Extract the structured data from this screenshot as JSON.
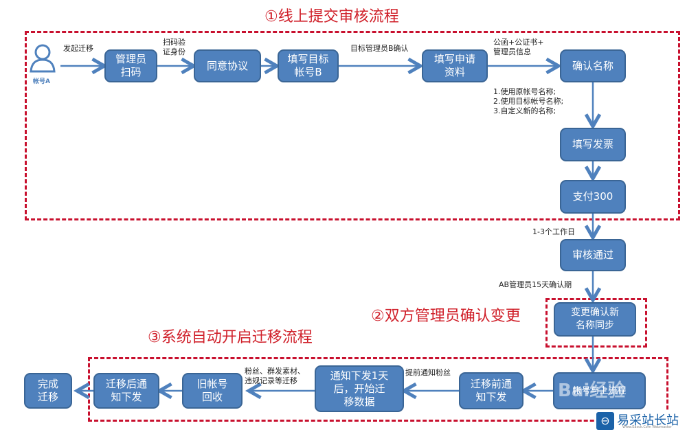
{
  "titles": {
    "step1": "①线上提交审核流程",
    "step2": "②双方管理员确认变更",
    "step3": "③系统自动开启迁移流程"
  },
  "user": {
    "icon": "person-icon",
    "label": "帐号A"
  },
  "boxes": {
    "scan": "管理员\n扫码",
    "agree": "同意协议",
    "target": "填写目标\n帐号B",
    "apply": "填写申请\n资料",
    "confirm_name": "确认名称",
    "invoice": "填写发票",
    "pay": "支付300",
    "approved": "审核通过",
    "sync": "变更确认新\n名称同步",
    "freeze": "帐号与上流程",
    "pre_notice": "迁移前通\n知下发",
    "migrate": "通知下发1天\n后，开始迁\n移数据",
    "recycle": "旧帐号\n回收",
    "post_notice": "迁移后通\n知下发",
    "done": "完成\n迁移"
  },
  "labels": {
    "initiate": "发起迁移",
    "scan_verify": "扫码验\n证身份",
    "b_confirm": "目标管理员B确认",
    "docs": "公函+公证书+\n管理员信息",
    "name_options": "1.使用原帐号名称;\n2.使用目标帐号名称;\n3.自定义新的名称;",
    "workdays": "1-3个工作日",
    "confirm_period": "AB管理员15天确认期",
    "notify_fans": "提前通知粉丝",
    "migrate_items": "粉丝、群发素材、\n违规记录等迁移"
  },
  "watermarks": {
    "baidu": "Bai经验",
    "site": "易采站长站",
    "site_sub": "Www.Easck.Com Webmaster"
  },
  "colors": {
    "box": "#4f81bd",
    "arrow": "#4f81bd",
    "dash": "#c8102e",
    "title": "#d0202a"
  }
}
